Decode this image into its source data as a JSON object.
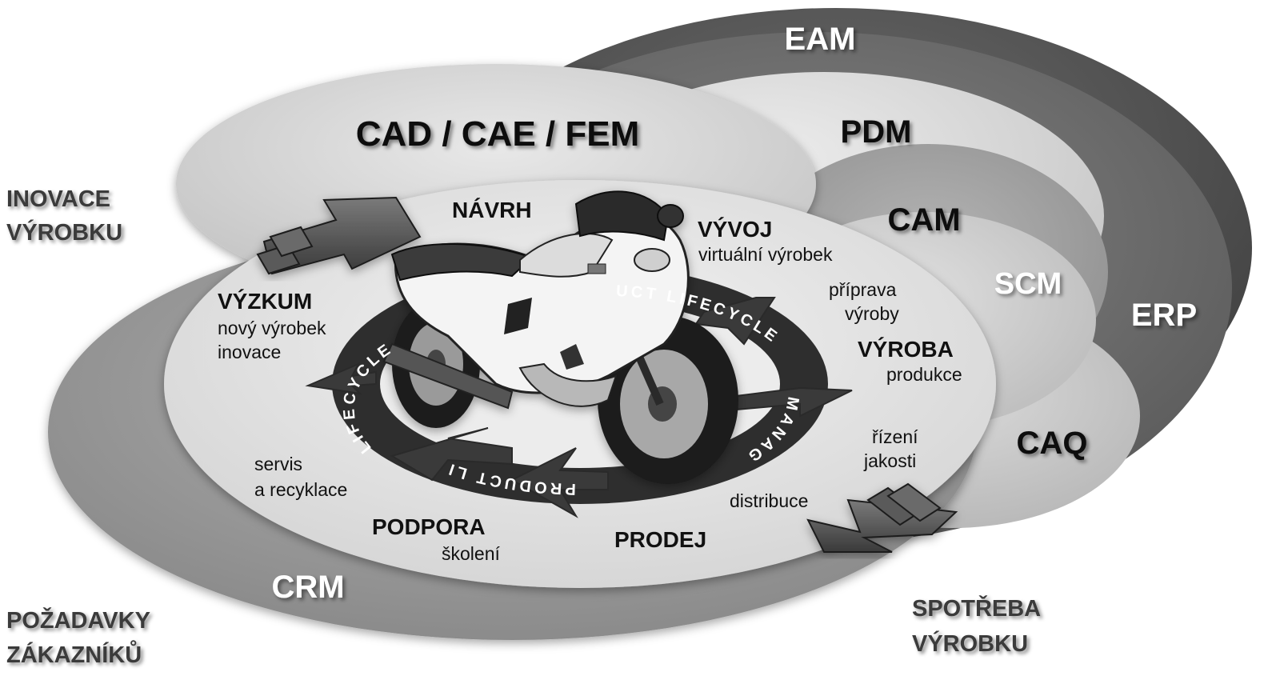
{
  "systems": {
    "eam": "EAM",
    "pdm": "PDM",
    "cad": "CAD / CAE / FEM",
    "cam": "CAM",
    "scm": "SCM",
    "erp": "ERP",
    "caq": "CAQ",
    "crm": "CRM"
  },
  "outer_labels": {
    "inovace_line1": "INOVACE",
    "inovace_line2": "VÝROBKU",
    "pozadavky_line1": "POŽADAVKY",
    "pozadavky_line2": "ZÁKAZNÍKŮ",
    "spotreba_line1": "SPOTŘEBA",
    "spotreba_line2": "VÝROBKU"
  },
  "stages": {
    "navrh": "NÁVRH",
    "vyvoj": "VÝVOJ",
    "vyvoj_sub": "virtuální výrobek",
    "priprava_line1": "příprava",
    "priprava_line2": "výroby",
    "vyroba": "VÝROBA",
    "vyroba_sub": "produkce",
    "rizeni_line1": "řízení",
    "rizeni_line2": "jakosti",
    "distribuce": "distribuce",
    "prodej": "PRODEJ",
    "podpora": "PODPORA",
    "podpora_sub": "školení",
    "servis_line1": "servis",
    "servis_line2": "a recyklace",
    "vyzkum": "VÝZKUM",
    "vyzkum_sub1": "nový výrobek",
    "vyzkum_sub2": "inovace"
  },
  "ring_text": {
    "upper": "UCT LIFECYCLE",
    "right": "MANAG",
    "left": "LIFECYCLE",
    "lower": "PRODUCT LI"
  },
  "colors": {
    "eam_band": "#555555",
    "erp_band": "#6b6b6b",
    "pdm_band": "#dcdcdc",
    "cam_band": "#a2a2a2",
    "scm_band": "#cfcfcf",
    "caq_band": "#c9c9c9",
    "crm_band": "#9a9a9a",
    "cad_band": "#d4d4d4",
    "inner_band": "#e2e2e2",
    "ring": "#2e2e2e"
  }
}
